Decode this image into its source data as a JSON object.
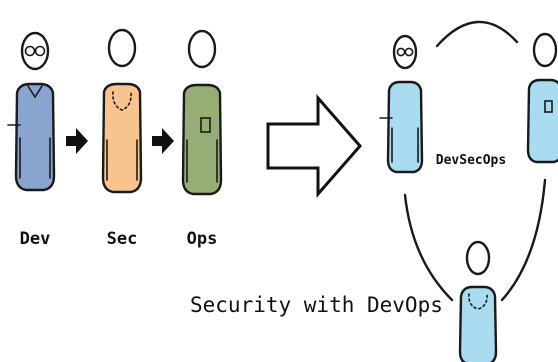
{
  "flow": {
    "roles": [
      {
        "label": "Dev",
        "color": "#88a4cf",
        "icon": "glasses-developer"
      },
      {
        "label": "Sec",
        "color": "#f6c48c",
        "icon": "security-person"
      },
      {
        "label": "Ops",
        "color": "#96ae76",
        "icon": "operations-person"
      }
    ]
  },
  "combined": {
    "title": "DevSecOps",
    "person_color": "#a9dcf0",
    "people": [
      "developer",
      "operations",
      "security"
    ]
  },
  "caption": "Security with DevOps"
}
